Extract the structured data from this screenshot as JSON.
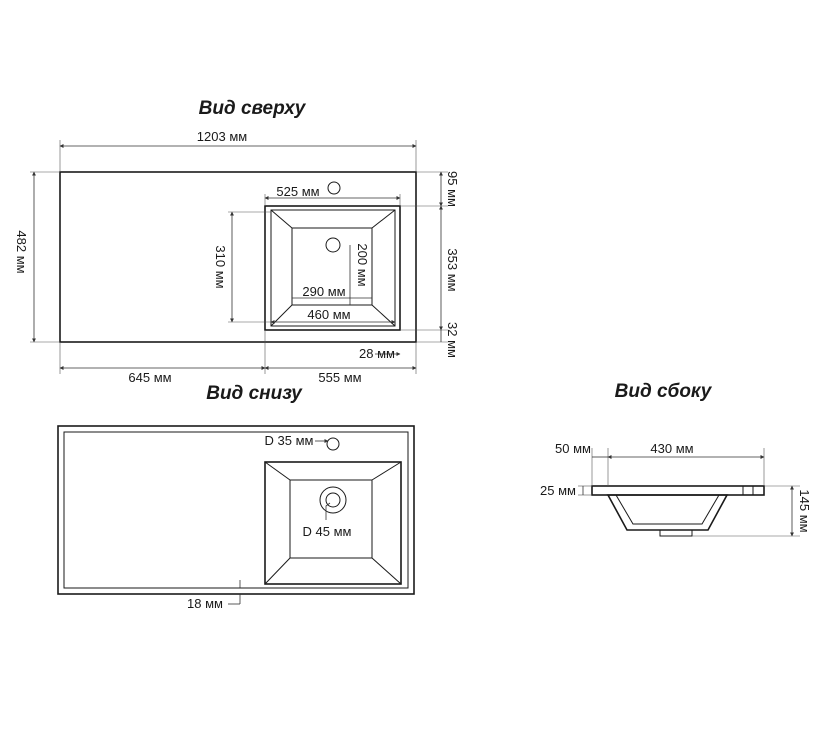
{
  "views": {
    "top": {
      "title": "Вид сверху",
      "dims": {
        "total_width": "1203 мм",
        "total_depth": "482 мм",
        "bowl_outer_width": "525 мм",
        "offset_back": "95 мм",
        "bowl_depth": "310 мм",
        "drain_offset": "200 мм",
        "bowl_outer_depth": "353 мм",
        "bowl_inner_width": "290 мм",
        "bowl_bottom_width": "460 мм",
        "offset_front": "32 мм",
        "side_offset": "28 мм",
        "left_span": "645 мм",
        "right_span": "555 мм"
      }
    },
    "bottom": {
      "title": "Вид снизу",
      "dims": {
        "faucet_hole": "D 35 мм",
        "drain_hole": "D 45 мм",
        "rim": "18 мм"
      }
    },
    "side": {
      "title": "Вид сбоку",
      "dims": {
        "left_margin": "50 мм",
        "bowl_width": "430 мм",
        "slab_thickness": "25 мм",
        "total_height": "145 мм"
      }
    }
  }
}
